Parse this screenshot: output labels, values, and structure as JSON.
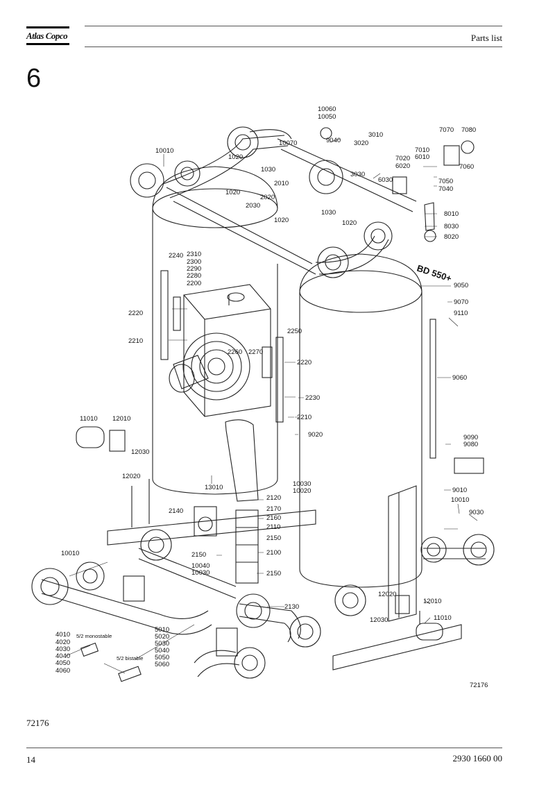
{
  "header": {
    "brand": "Atlas Copco",
    "title": "Parts list"
  },
  "section": {
    "number": "6"
  },
  "drawing": {
    "figure_ref_inner": "72176",
    "model_badge": "BD 550+",
    "callouts": {
      "c10060": "10060",
      "c10050": "10050",
      "c10070": "10070",
      "c9040": "9040",
      "c3010": "3010",
      "c3020": "3020",
      "c7070": "7070",
      "c7080": "7080",
      "c10010a": "10010",
      "c1020a": "1020",
      "c1030a": "1030",
      "c2010": "2010",
      "c7010": "7010",
      "c6010": "6010",
      "c7020": "7020",
      "c6020": "6020",
      "c7060": "7060",
      "c3030": "3030",
      "c6030": "6030",
      "c7050": "7050",
      "c7040": "7040",
      "c1020b": "1020",
      "c2020": "2020",
      "c2030": "2030",
      "c1030b": "1030",
      "c1020c": "1020",
      "c1020d": "1020",
      "c8010": "8010",
      "c8030": "8030",
      "c8020": "8020",
      "c2240": "2240",
      "c2310": "2310",
      "c2300": "2300",
      "c2290": "2290",
      "c2280": "2280",
      "c2200": "2200",
      "c9050": "9050",
      "c9070": "9070",
      "c9110": "9110",
      "c2220a": "2220",
      "c2210a": "2210",
      "c2250": "2250",
      "c2260": "2260",
      "c2270": "2270",
      "c2220b": "2220",
      "c9060": "9060",
      "c2230": "2230",
      "c2210b": "2210",
      "c11010a": "11010",
      "c12010a": "12010",
      "c9020": "9020",
      "c12030a": "12030",
      "c12020a": "12020",
      "c9090": "9090",
      "c9080": "9080",
      "c13010": "13010",
      "c10030": "10030",
      "c10020": "10020",
      "c9010": "9010",
      "c10010b": "10010",
      "c2120": "2120",
      "c2140": "2140",
      "c2170": "2170",
      "c2160": "2160",
      "c9030": "9030",
      "c2110": "2110",
      "c2150a": "2150",
      "c2150b": "2150",
      "c2100": "2100",
      "c10010c": "10010",
      "c10040": "10040",
      "c10030b": "10030",
      "c2150c": "2150",
      "c12020b": "12020",
      "c12010b": "12010",
      "c2130": "2130",
      "c12030b": "12030",
      "c11010b": "11010",
      "c5010": "5010",
      "c5020": "5020",
      "c5030": "5030",
      "c5040": "5040",
      "c5050": "5050",
      "c5060": "5060",
      "c4010": "4010",
      "c4020": "4020",
      "c4030": "4030",
      "c4040": "4040",
      "c4050": "4050",
      "c4060": "4060",
      "mono": "5/2 monostable",
      "bistable": "5/2 bistable"
    }
  },
  "figure_reference": "72176",
  "footer": {
    "page": "14",
    "doc_number": "2930 1660 00"
  }
}
